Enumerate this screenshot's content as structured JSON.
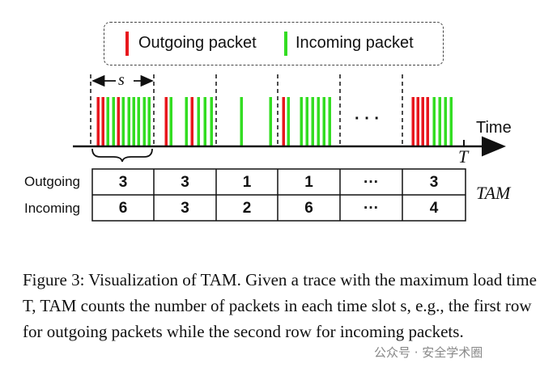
{
  "legend": {
    "outgoing_label": "Outgoing packet",
    "incoming_label": "Incoming packet",
    "outgoing_color": "#e8171d",
    "incoming_color": "#33dd22"
  },
  "axis": {
    "time_label": "Time",
    "end_label": "T",
    "slot_label": "s"
  },
  "tam": {
    "label": "TAM",
    "row_labels": [
      "Outgoing",
      "Incoming"
    ],
    "rows": [
      [
        "3",
        "3",
        "1",
        "1",
        "···",
        "3"
      ],
      [
        "6",
        "3",
        "2",
        "6",
        "···",
        "4"
      ]
    ]
  },
  "timeline_gap": "· · ·",
  "caption": "Figure 3: Visualization of TAM. Given a trace with the maximum load time T, TAM counts the number of packets in each time slot s, e.g., the first row for outgoing packets while the second row for incoming packets.",
  "watermark": "公众号 · 安全学术圈"
}
